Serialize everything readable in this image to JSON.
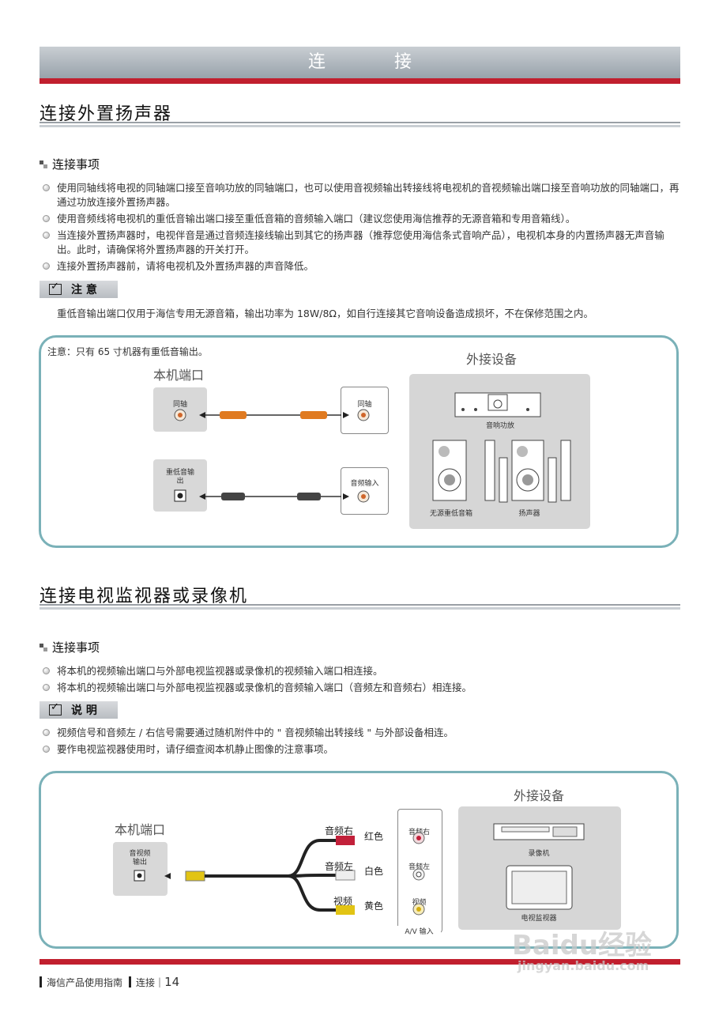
{
  "header": {
    "title": "连 接"
  },
  "section1": {
    "title": "连接外置扬声器",
    "sub": "连接事项",
    "bullets": [
      "使用同轴线将电视的同轴端口接至音响功放的同轴端口，也可以使用音视频输出转接线将电视机的音视频输出端口接至音响功放的同轴端口，再通过功放连接外置扬声器。",
      "使用音频线将电视机的重低音输出端口接至重低音箱的音频输入端口（建议您使用海信推荐的无源音箱和专用音箱线）。",
      "当连接外置扬声器时，电视伴音是通过音频连接线输出到其它的扬声器（推荐您使用海信条式音响产品），电视机本身的内置扬声器无声音输出。此时，请确保将外置扬声器的开关打开。",
      "连接外置扬声器前，请将电视机及外置扬声器的声音降低。"
    ],
    "note_label": "注 意",
    "note_text": "重低音输出端口仅用于海信专用无源音箱，输出功率为 18W/8Ω，如自行连接其它音响设备造成损坏，不在保修范围之内。",
    "diagram": {
      "caption": "注意：只有 65 寸机器有重低音输出。",
      "local_title": "本机端口",
      "external_title": "外接设备",
      "port_coax": "同轴",
      "port_sub": "重低音输出",
      "dest_coax": "同轴",
      "dest_audio_in": "音频输入",
      "amp_label": "音响功放",
      "passive_sub": "无源重低音箱",
      "speakers": "扬声器"
    }
  },
  "section2": {
    "title": "连接电视监视器或录像机",
    "sub": "连接事项",
    "bullets": [
      "将本机的视频输出端口与外部电视监视器或录像机的视频输入端口相连接。",
      "将本机的视频输出端口与外部电视监视器或录像机的音频输入端口（音频左和音频右）相连接。"
    ],
    "note_label": "说 明",
    "bullets2": [
      "视频信号和音频左 / 右信号需要通过随机附件中的 \" 音视频输出转接线 \" 与外部设备相连。",
      "要作电视监视器使用时，请仔细查阅本机静止图像的注意事项。"
    ],
    "diagram": {
      "local_title": "本机端口",
      "external_title": "外接设备",
      "port_av": "音视频输出",
      "cable_r": "音频右",
      "cable_l": "音频左",
      "cable_v": "视频",
      "color_r": "红色",
      "color_l": "白色",
      "color_v": "黄色",
      "in_r": "音频右",
      "in_l": "音频左",
      "in_v": "视频",
      "av_in": "A/V 输入",
      "vcr": "录像机",
      "monitor": "电视监视器"
    }
  },
  "footer": {
    "guide": "海信产品使用指南",
    "section": "连接",
    "page": "14"
  },
  "watermark": {
    "brand": "Baidu经验",
    "url": "jingyan.baidu.com"
  }
}
